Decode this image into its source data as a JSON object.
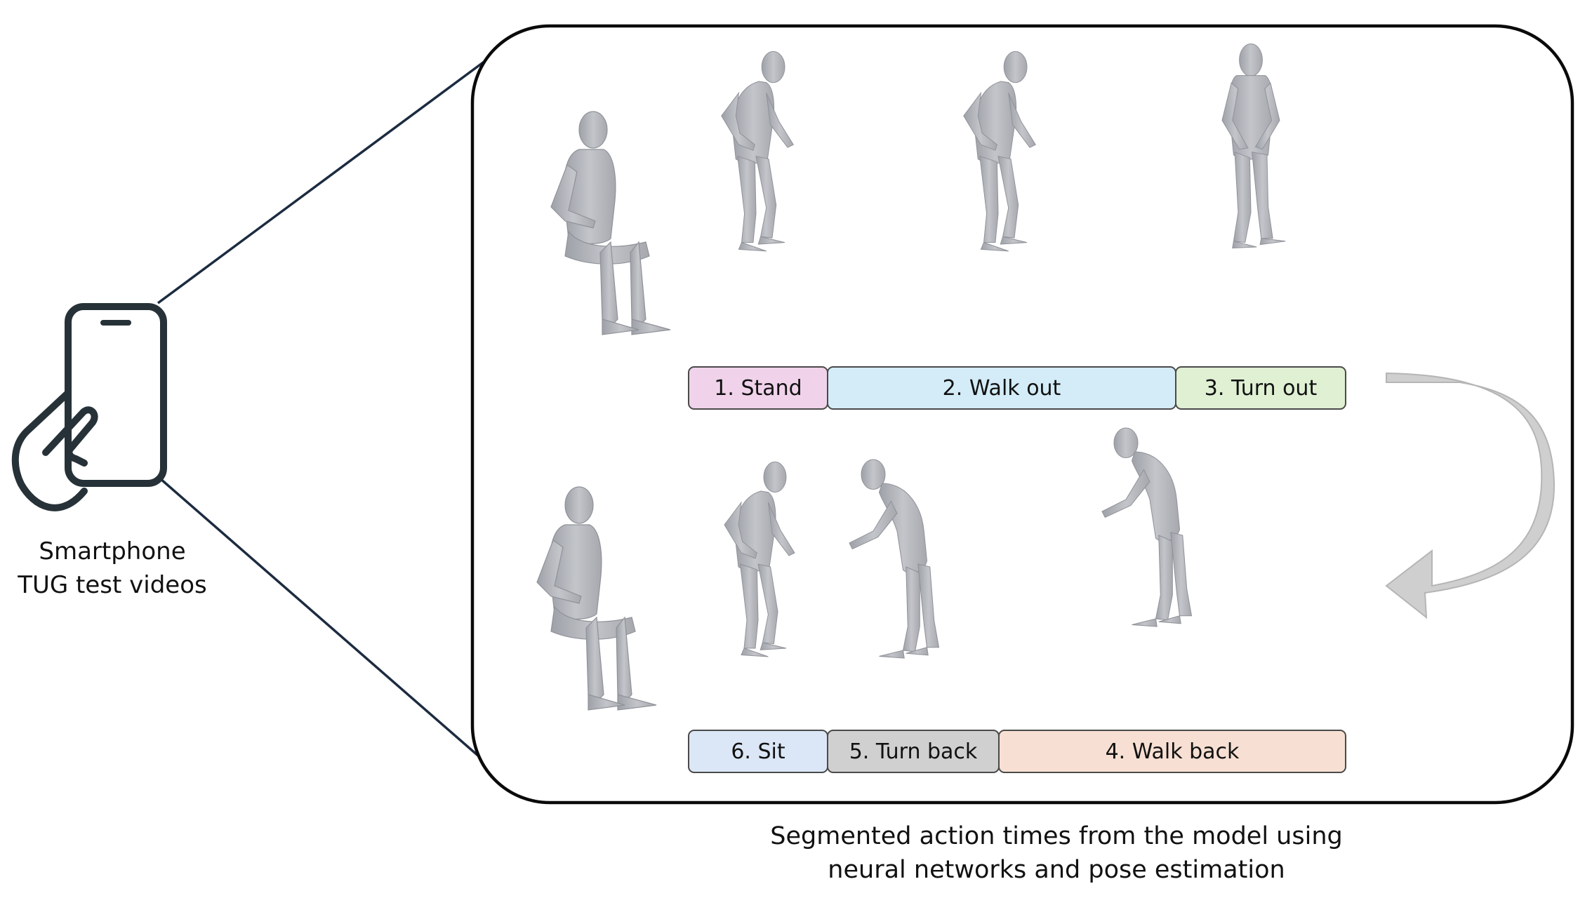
{
  "phone_caption": {
    "line1": "Smartphone",
    "line2": "TUG test videos"
  },
  "bottom_caption": {
    "line1": "Segmented action times from the model using",
    "line2": "neural networks and pose estimation"
  },
  "colors": {
    "panel_border": "#0a0a0a",
    "connector_line": "#1c2b40",
    "figure_fill": "#b4b6bc",
    "arrow_fill": "#cccccc"
  },
  "segments_top": [
    {
      "label": "1. Stand",
      "color": "#f0d3ea"
    },
    {
      "label": "2. Walk out",
      "color": "#d3ecf7"
    },
    {
      "label": "3. Turn out",
      "color": "#dff0d3"
    }
  ],
  "segments_bottom": [
    {
      "label": "6. Sit",
      "color": "#dbe7f6"
    },
    {
      "label": "5. Turn back",
      "color": "#d0d0d0"
    },
    {
      "label": "4. Walk back",
      "color": "#f7e0d3"
    }
  ]
}
